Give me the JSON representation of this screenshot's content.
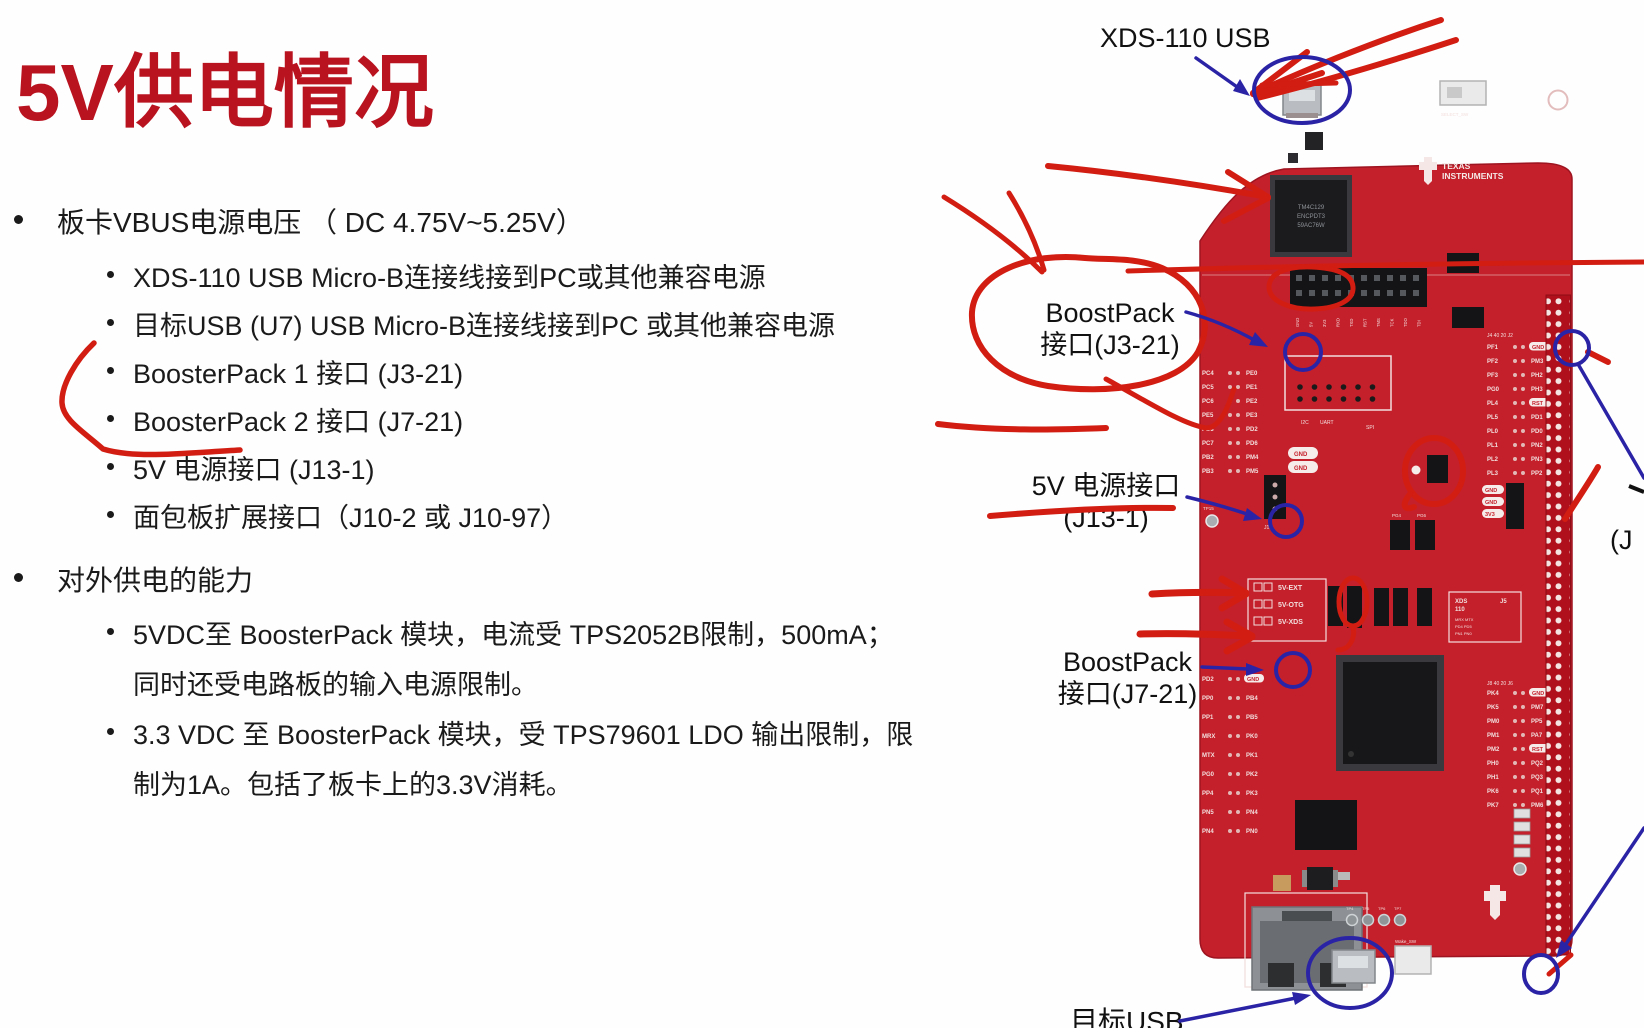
{
  "slide": {
    "title": "5V供电情况",
    "bullets": [
      {
        "level": 1,
        "text": "板卡VBUS电源电压 （ DC 4.75V~5.25V）"
      },
      {
        "level": 2,
        "text": "XDS-110 USB Micro-B连接线接到PC或其他兼容电源"
      },
      {
        "level": 2,
        "text": "目标USB (U7) USB Micro-B连接线接到PC 或其他兼容电源"
      },
      {
        "level": 2,
        "text": "BoosterPack 1 接口 (J3-21)"
      },
      {
        "level": 2,
        "text": "BoosterPack 2 接口 (J7-21)"
      },
      {
        "level": 2,
        "text": "5V 电源接口 (J13-1)"
      },
      {
        "level": 2,
        "text": "面包板扩展接口（J10-2 或 J10-97）"
      },
      {
        "level": 1,
        "text": "对外供电的能力"
      },
      {
        "level": 2,
        "text": "5VDC至 BoosterPack 模块，电流受 TPS2052B限制，500mA；\n同时还受电路板的输入电源限制。"
      },
      {
        "level": 2,
        "text": "3.3 VDC 至 BoosterPack 模块，受 TPS79601 LDO 输出限制，限\n制为1A。包括了板卡上的3.3V消耗。"
      }
    ]
  },
  "callouts": {
    "xds_usb": "XDS-110 USB",
    "bp1": [
      "BoostPack",
      "接口(J3-21)"
    ],
    "pwr": [
      "5V 电源接口",
      "(J13-1)"
    ],
    "bp2": [
      "BoostPack",
      "接口(J7-21)"
    ],
    "target_usb": "目标USB",
    "right_fragment": "(J"
  },
  "board": {
    "brand": [
      "TEXAS",
      "INSTRUMENTS"
    ],
    "debug_chip": [
      "TM4C129",
      "ENCPDT3",
      "59AC76W"
    ],
    "jtag_pins": [
      "GND",
      "5V",
      "3V3",
      "RXD",
      "TXD",
      "RST",
      "TMS",
      "TCK",
      "TDO",
      "TDI"
    ],
    "left_pins_top": [
      [
        "PC4",
        "PE0"
      ],
      [
        "PC5",
        "PE1"
      ],
      [
        "PC6",
        "PE2"
      ],
      [
        "PE5",
        "PE3"
      ],
      [
        "PD3",
        "PD2"
      ],
      [
        "PC7",
        "PD6"
      ],
      [
        "PB2",
        "PM4"
      ],
      [
        "PB3",
        "PM5"
      ]
    ],
    "left_pins_bottom": [
      [
        "PD2",
        "GND"
      ],
      [
        "PP0",
        "PB4"
      ],
      [
        "PP1",
        "PB5"
      ],
      [
        "MRX",
        "PK0"
      ],
      [
        "MTX",
        "PK1"
      ],
      [
        "PG0",
        "PK2"
      ],
      [
        "PP4",
        "PK3"
      ],
      [
        "PN5",
        "PN4"
      ],
      [
        "PN4",
        "PN0"
      ]
    ],
    "right_pins_top": [
      [
        "PF1",
        "GND"
      ],
      [
        "PF2",
        "PM3"
      ],
      [
        "PF3",
        "PH2"
      ],
      [
        "PG0",
        "PH3"
      ],
      [
        "PL4",
        "RST"
      ],
      [
        "PL5",
        "PD1"
      ],
      [
        "PL0",
        "PD0"
      ],
      [
        "PL1",
        "PN2"
      ],
      [
        "PL2",
        "PN3"
      ],
      [
        "PL3",
        "PP2"
      ]
    ],
    "right_pins_bottom": [
      [
        "PK4",
        "GND"
      ],
      [
        "PK5",
        "PM7"
      ],
      [
        "PM0",
        "PP5"
      ],
      [
        "PM1",
        "PA7"
      ],
      [
        "PM2",
        "RST"
      ],
      [
        "PH0",
        "PQ2"
      ],
      [
        "PH1",
        "PQ3"
      ],
      [
        "PK6",
        "PQ1"
      ],
      [
        "PK7",
        "PM6"
      ]
    ],
    "right_header_top_label": "J4 40 20 J2",
    "right_header_bottom_label": "J8 40 20 J6",
    "power_select": [
      "5V-EXT",
      "5V-OTG",
      "5V-XDS"
    ],
    "xds_box_title": [
      "XDS",
      "110"
    ],
    "j5_label": "J5",
    "xds_box_rows": [
      "MRX MTX",
      "PD4 PD5",
      "PN1 PN0"
    ],
    "j13_label": "J13",
    "gnd_pair": [
      "GND",
      "GND"
    ],
    "rail_labels": [
      "GND",
      "GND",
      "3V3"
    ],
    "tp15_label": "TP15",
    "tp_labels": [
      "TP4",
      "TP5",
      "TP6",
      "TP7"
    ],
    "wake_sw_label": "Wake_SW",
    "select_sw_label": "SELECT_SW",
    "mid_silk": [
      "I2C",
      "UART",
      "SPI"
    ],
    "jumper_mid_labels": [
      "PG4",
      "PG6"
    ]
  },
  "colors": {
    "title_red": "#B91320",
    "annotation_red": "#D21D12",
    "annotation_blue": "#2B23A6",
    "board_red": "#C4202B"
  }
}
